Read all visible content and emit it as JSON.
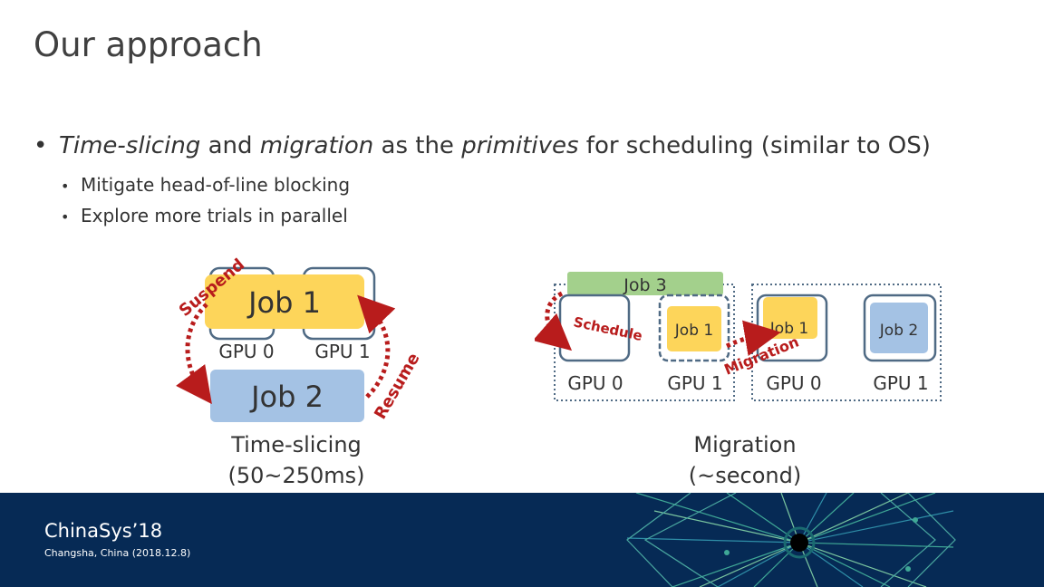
{
  "slide": {
    "title": "Our approach",
    "bullet": {
      "part1": "Time-slicing",
      "part2": " and ",
      "part3": "migration",
      "part4": " as the ",
      "part5": "primitives",
      "part6": " for scheduling (similar to OS)"
    },
    "sub_bullets": [
      "Mitigate head-of-line blocking",
      "Explore more trials in parallel"
    ]
  },
  "diagram_left": {
    "job1": "Job 1",
    "job2": "Job 2",
    "gpu0": "GPU 0",
    "gpu1": "GPU 1",
    "suspend": "Suspend",
    "resume": "Resume",
    "caption_line1": "Time-slicing",
    "caption_line2": "(50~250ms)"
  },
  "diagram_right": {
    "job3": "Job 3",
    "job1_a": "Job 1",
    "job1_b": "Job 1",
    "job2": "Job 2",
    "gpu0_a": "GPU 0",
    "gpu1_a": "GPU 1",
    "gpu0_b": "GPU 0",
    "gpu1_b": "GPU 1",
    "schedule": "Schedule",
    "migration": "Migration",
    "caption_line1": "Migration",
    "caption_line2": "(~second)"
  },
  "footer": {
    "conference": "ChinaSys’18",
    "location": "Changsha, China (2018.12.8)"
  },
  "colors": {
    "job_yellow": "#fdd55a",
    "job_blue": "#a4c2e4",
    "job_green": "#a3d08c",
    "arrow_red": "#b81c1c",
    "footer_navy": "#062a55"
  }
}
